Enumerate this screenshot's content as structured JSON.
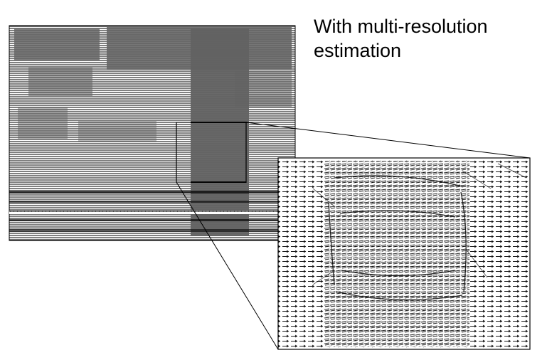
{
  "caption": {
    "line1": "With multi-resolution",
    "line2": "estimation"
  },
  "colors": {
    "ink": "#000000",
    "paper": "#ffffff",
    "mid": "#555555"
  },
  "panels": [
    {
      "name": "motion-field-full-frame",
      "content": "dense motion vector field over whole frame"
    },
    {
      "name": "motion-field-zoom",
      "content": "magnified motion vectors of selected region"
    }
  ]
}
